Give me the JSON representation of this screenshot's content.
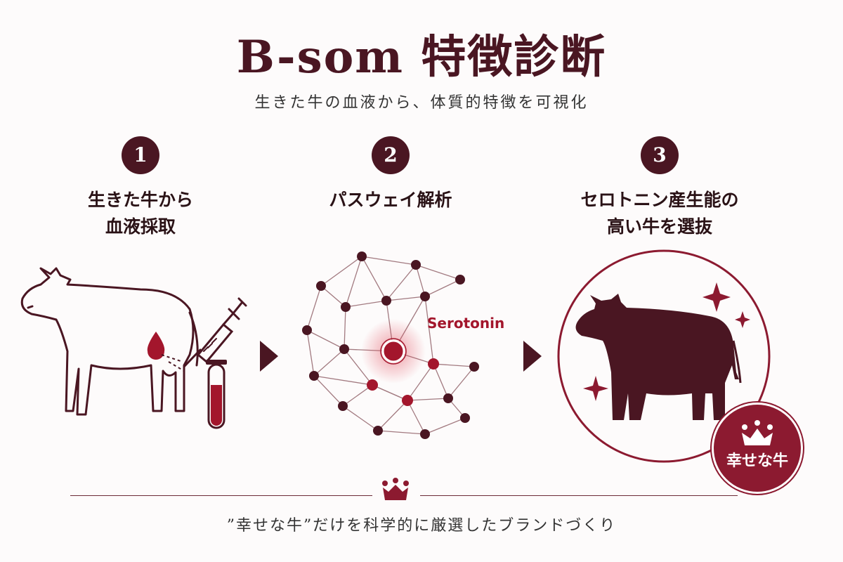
{
  "header": {
    "title": "B-som 特徴診断",
    "subtitle": "生きた牛の血液から、体質的特徴を可視化"
  },
  "steps": [
    {
      "number": "1",
      "label_lines": [
        "生きた牛から",
        "血液採取"
      ]
    },
    {
      "number": "2",
      "label_lines": [
        "パスウェイ解析"
      ]
    },
    {
      "number": "3",
      "label_lines": [
        "セロトニン産生能の",
        "高い牛を選抜"
      ]
    }
  ],
  "network": {
    "center_label": "Serotonin"
  },
  "badge": {
    "label": "幸せな牛",
    "icon": "crown-icon"
  },
  "footer": {
    "icon": "crown-icon",
    "text": "”幸せな牛”だけを科学的に厳選したブランドづくり"
  },
  "colors": {
    "primary": "#4a1622",
    "accent": "#8c1a30",
    "blood": "#a3162c"
  }
}
